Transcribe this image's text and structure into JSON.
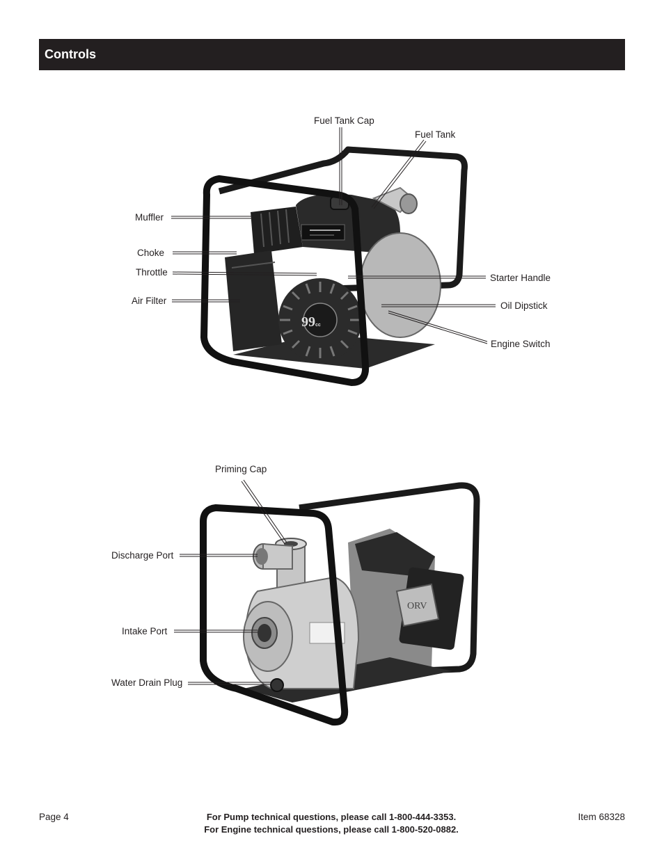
{
  "header": {
    "title": "Controls"
  },
  "figure_top": {
    "labels": {
      "fuel_tank_cap": "Fuel Tank Cap",
      "fuel_tank": "Fuel Tank",
      "muffler": "Muffler",
      "choke": "Choke",
      "throttle": "Throttle",
      "air_filter": "Air Filter",
      "starter_handle": "Starter Handle",
      "oil_dipstick": "Oil Dipstick",
      "engine_switch": "Engine Switch"
    },
    "badge": "99",
    "badge_unit": "cc"
  },
  "figure_bottom": {
    "labels": {
      "priming_cap": "Priming Cap",
      "discharge_port": "Discharge Port",
      "intake_port": "Intake Port",
      "water_drain_plug": "Water Drain Plug"
    }
  },
  "footer": {
    "page": "Page 4",
    "pump_line": "For Pump technical questions, please call 1-800-444-3353.",
    "engine_line": "For Engine technical questions, please call 1-800-520-0882.",
    "item": "Item 68328"
  }
}
